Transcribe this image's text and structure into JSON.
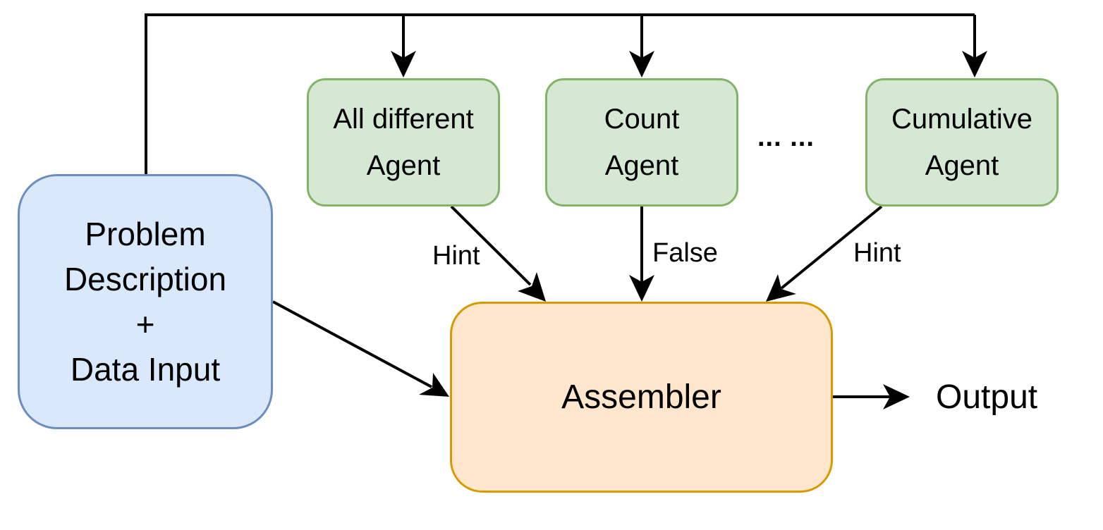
{
  "input_block": {
    "lines": [
      "Problem",
      "Description",
      "+",
      "Data Input"
    ]
  },
  "agents": [
    {
      "line1": "All different",
      "line2": "Agent",
      "edge_label": "Hint"
    },
    {
      "line1": "Count",
      "line2": "Agent",
      "edge_label": "False"
    },
    {
      "line1": "Cumulative",
      "line2": "Agent",
      "edge_label": "Hint"
    }
  ],
  "ellipsis": "... ...",
  "assembler": {
    "label": "Assembler"
  },
  "output": {
    "label": "Output"
  }
}
